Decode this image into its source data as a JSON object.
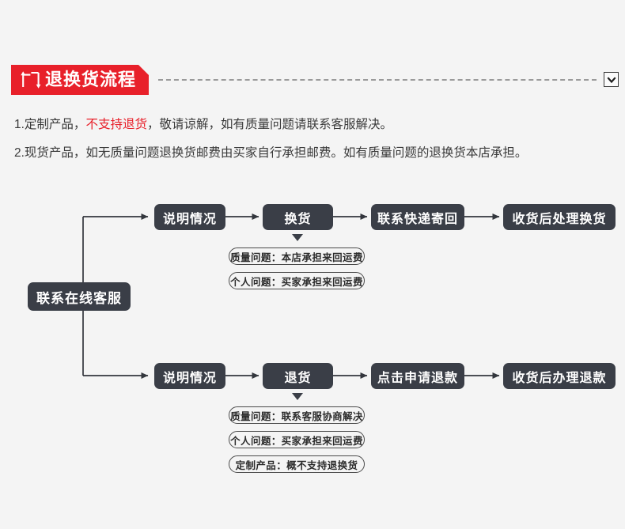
{
  "section": {
    "title": "退换货流程",
    "icon": "exchange-arrows-icon",
    "collapse_icon": "chevron-down-icon",
    "accent_color": "#e8202a"
  },
  "policy": {
    "line1": {
      "prefix": "1.定制产品，",
      "highlight": "不支持退货",
      "suffix": "，敬请谅解，如有质量问题请联系客服解决。"
    },
    "line2": "2.现货产品，如无质量问题退换货邮费由买家自行承担邮费。如有质量问题的退换货本店承担。"
  },
  "flow": {
    "start": "联系在线客服",
    "exchange_branch": {
      "steps": [
        "说明情况",
        "换货",
        "联系快递寄回",
        "收货后处理换货"
      ],
      "notes": [
        "质量问题：本店承担来回运费",
        "个人问题：买家承担来回运费"
      ]
    },
    "refund_branch": {
      "steps": [
        "说明情况",
        "退货",
        "点击申请退款",
        "收货后办理退款"
      ],
      "notes": [
        "质量问题：联系客服协商解决",
        "个人问题：买家承担来回运费",
        "定制产品：概不支持退换货"
      ]
    }
  }
}
